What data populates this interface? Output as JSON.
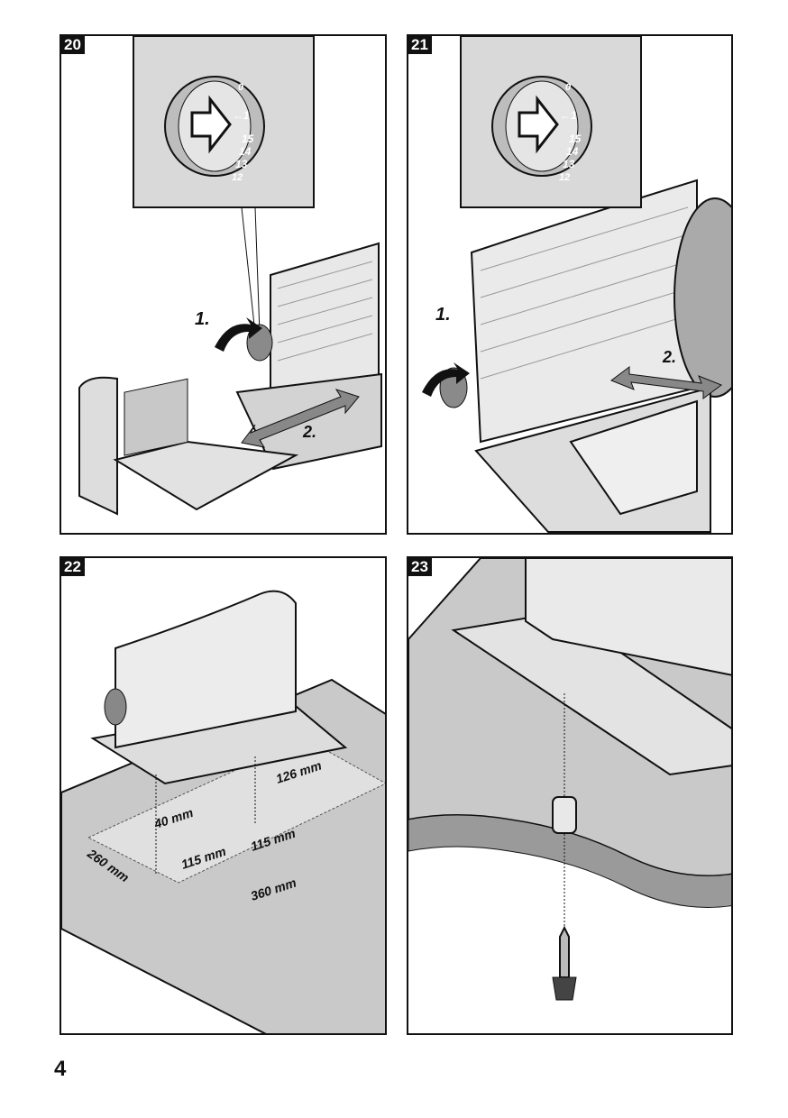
{
  "panels": [
    {
      "number": "20",
      "step1": "1.",
      "step2": "2.",
      "dial": {
        "zero": "0",
        "arrow_one": "←1",
        "marks": [
          "15",
          "14",
          "13",
          "12"
        ]
      }
    },
    {
      "number": "21",
      "step1": "1.",
      "step2": "2.",
      "dial": {
        "zero": "0",
        "arrow_one": "←1",
        "marks": [
          "15",
          "14",
          "13",
          "12"
        ]
      }
    },
    {
      "number": "22",
      "dimensions": {
        "d126": "126 mm",
        "d40": "40 mm",
        "d115a": "115 mm",
        "d115b": "115 mm",
        "d260": "260 mm",
        "d360": "360 mm"
      }
    },
    {
      "number": "23"
    }
  ],
  "page_number": "4"
}
